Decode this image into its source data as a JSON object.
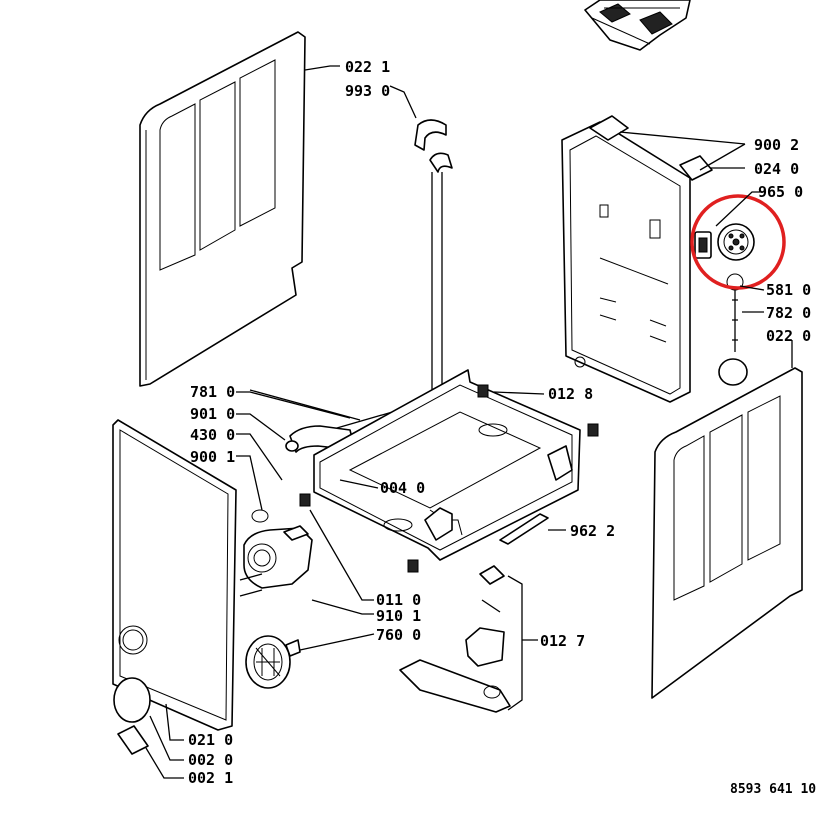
{
  "labels": {
    "l0221": "022 1",
    "l9930": "993 0",
    "l9002": "900 2",
    "l0240": "024 0",
    "l9650": "965 0",
    "l5810": "581 0",
    "l7820": "782 0",
    "l0220": "022 0",
    "l7810": "781 0",
    "l9010": "901 0",
    "l4300": "430 0",
    "l9001": "900 1",
    "l0128": "012 8",
    "l0040": "004 0",
    "l9622": "962 2",
    "l0110": "011 0",
    "l9101": "910 1",
    "l7600": "760 0",
    "l0127": "012 7",
    "l0210": "021 0",
    "l0020": "002 0",
    "l0021": "002 1",
    "docref": "8593 641 10"
  },
  "highlight_color": "#e02020"
}
